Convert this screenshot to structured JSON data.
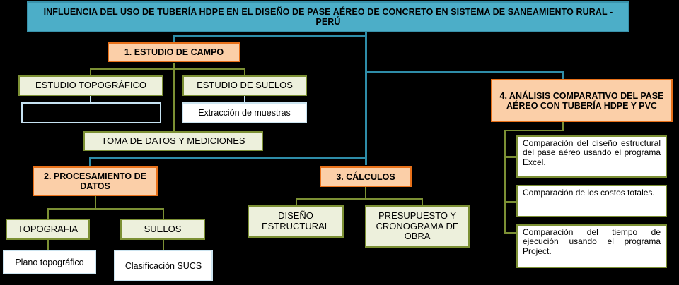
{
  "diagram": {
    "title": "INFLUENCIA DEL USO DE TUBERÍA HDPE EN EL DISEÑO DE PASE AÉREO DE CONCRETO EN SISTEMA DE SANEAMIENTO RURAL - PERÚ",
    "colors": {
      "background": "#000000",
      "title_fill": "#4CAEC8",
      "title_border": "#3A93AC",
      "orange_fill": "#FBCFA8",
      "orange_border": "#E8711A",
      "olive_fill": "#EDF0DC",
      "olive_border": "#7C9034",
      "white_fill": "#FFFFFF",
      "pale_blue_border": "#C6E2F2",
      "teal_connector": "#2E8CA8"
    },
    "branch1": {
      "header": "1. ESTUDIO DE CAMPO",
      "topografico": "ESTUDIO TOPOGRÁFICO",
      "topografico_child": "",
      "suelos": "ESTUDIO DE SUELOS",
      "suelos_child": "Extracción de muestras",
      "toma_datos": "TOMA DE DATOS Y MEDICIONES"
    },
    "branch2": {
      "header": "2. PROCESAMIENTO DE DATOS",
      "topografia": "TOPOGRAFIA",
      "topografia_child": "Plano topográfico",
      "suelos": "SUELOS",
      "suelos_child": "Clasificación SUCS"
    },
    "branch3": {
      "header": "3. CÁLCULOS",
      "diseno": "DISEÑO ESTRUCTURAL",
      "presupuesto": "PRESUPUESTO Y CRONOGRAMA DE OBRA"
    },
    "branch4": {
      "header": "4. ANÁLISIS COMPARATIVO DEL PASE AÉREO CON TUBERÍA HDPE Y PVC",
      "items": [
        "Comparación del diseño estructural del pase aéreo usando el programa Excel.",
        "Comparación de los costos totales.",
        "Comparación del tiempo de ejecución usando el programa Project."
      ]
    }
  }
}
